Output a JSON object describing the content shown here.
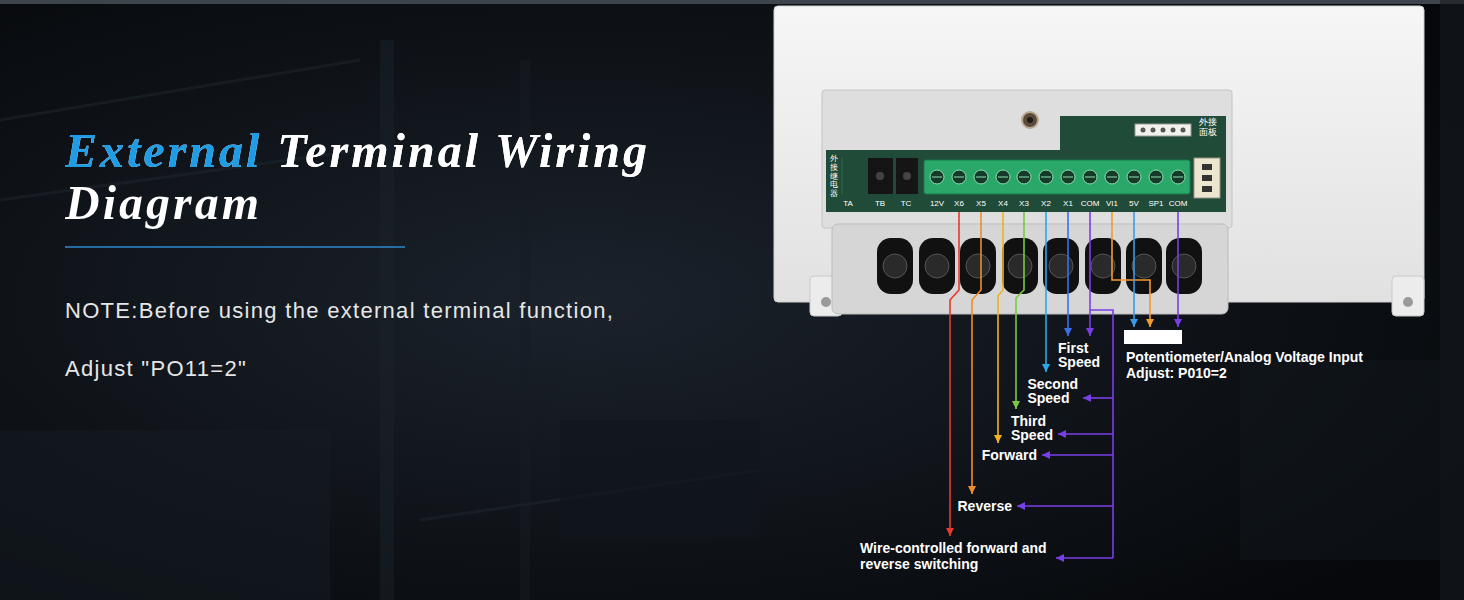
{
  "diagram": {
    "title": "External Terminal Wiring Diagram",
    "labels": [
      "NOTE:Before using the external terminal function,",
      "Adjust \"PO11=2\"",
      "外接面板",
      "外接继电器",
      "TA",
      "TB",
      "TC",
      "12V",
      "X6",
      "X5",
      "X4",
      "X3",
      "X2",
      "X1",
      "COM",
      "VI1",
      "5V",
      "SP1",
      "COM",
      "First Speed",
      "Potentiometer/Analog Voltage Input",
      "Adjust: P010=2",
      "Second Speed",
      "Third Speed",
      "Forward",
      "Reverse",
      "Wire-controlled forward and reverse switching"
    ]
  }
}
